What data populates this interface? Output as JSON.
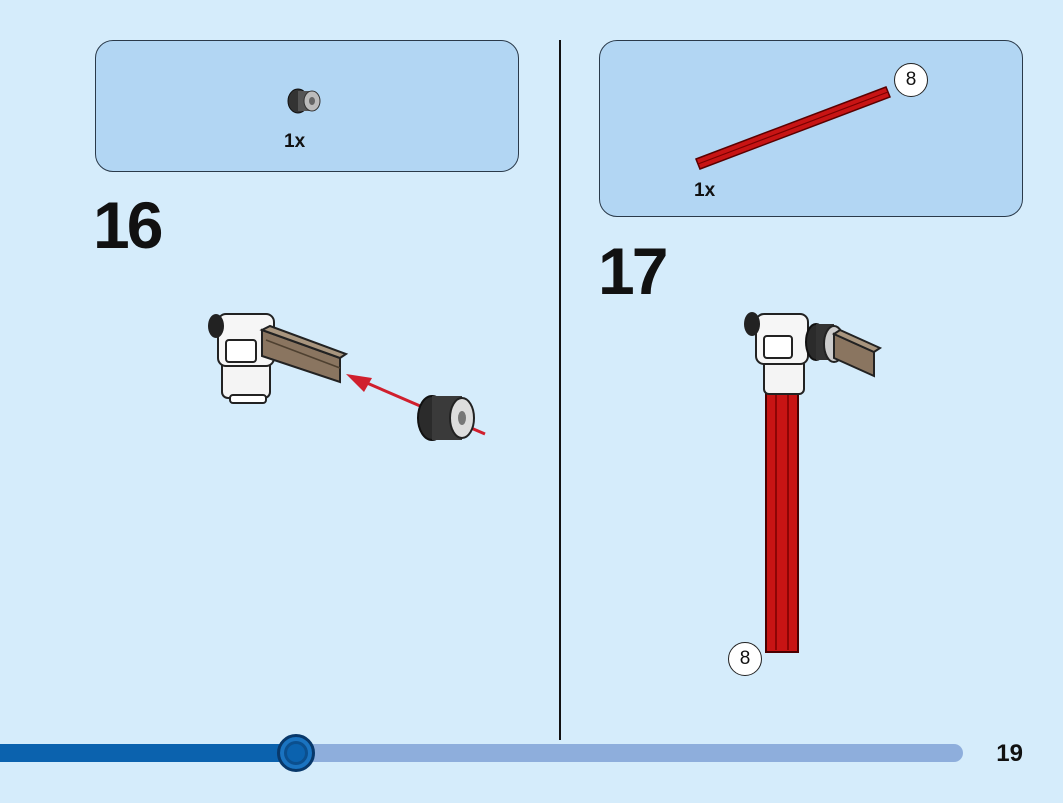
{
  "steps": [
    {
      "number": "16",
      "parts_quantity": "1x"
    },
    {
      "number": "17",
      "parts_quantity": "1x",
      "part_length": "8",
      "assembled_length": "8"
    }
  ],
  "page": {
    "number": "19"
  },
  "progress": {
    "fraction": 0.278
  },
  "colors": {
    "background": "#d5ecfb",
    "parts_box": "#b2d6f3",
    "progress_fill": "#0b62ae",
    "progress_track": "#8eaedc",
    "red_axle": "#c81414",
    "tan_axle": "#8a7560"
  }
}
